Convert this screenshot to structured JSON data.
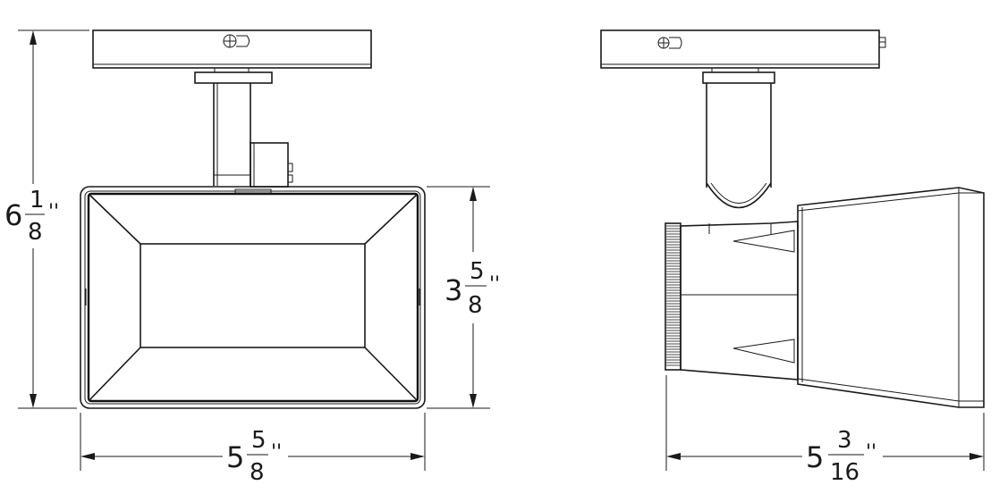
{
  "dimensions": {
    "front_height": {
      "whole": "6",
      "numerator": "1",
      "denominator": "8",
      "unit": "''"
    },
    "front_head_height": {
      "whole": "3",
      "numerator": "5",
      "denominator": "8",
      "unit": "''"
    },
    "front_width": {
      "whole": "5",
      "numerator": "5",
      "denominator": "8",
      "unit": "''"
    },
    "side_depth": {
      "whole": "5",
      "numerator": "3",
      "denominator": "16",
      "unit": "''"
    }
  },
  "colors": {
    "line": "#1a1a1a",
    "background": "#ffffff"
  }
}
